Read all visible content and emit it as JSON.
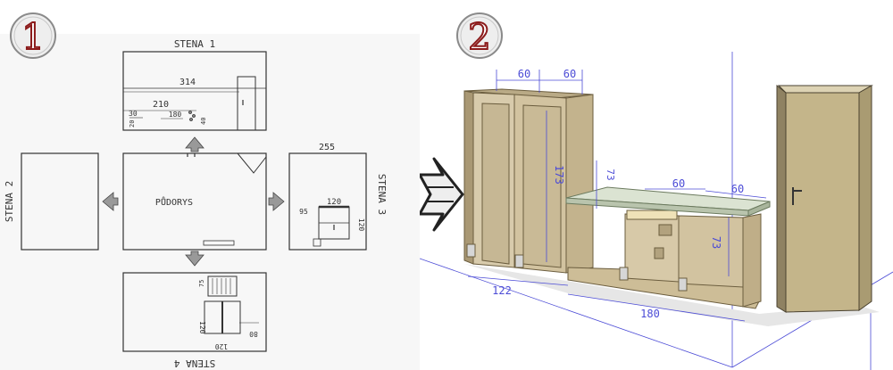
{
  "badges": {
    "step1": "1",
    "step2": "2"
  },
  "sketch": {
    "wall1": {
      "title": "STENA 1",
      "dims": {
        "total": "314",
        "mid": "210",
        "small": "180",
        "a": "30",
        "b": "20",
        "c": "40"
      }
    },
    "wall2": {
      "title": "STENA 2"
    },
    "floor_plan": {
      "label": "PŮDORYS"
    },
    "wall3": {
      "title": "STENA 3",
      "top_dim": "255",
      "d_width": "120",
      "d_height": "120",
      "d_side": "95"
    },
    "wall4": {
      "title": "STENA 4",
      "dims": {
        "a": "120",
        "b": "120",
        "c": "80",
        "d": "75"
      }
    }
  },
  "model": {
    "dims": {
      "top_left": "60",
      "top_right": "60",
      "tall_height": "173",
      "side_height": "73",
      "low_top_left": "60",
      "low_top_right": "60",
      "low_height": "73",
      "bottom_left": "122",
      "bottom_right": "180"
    }
  },
  "colors": {
    "badge_fill": "#eeeeee",
    "badge_text": "#8b1a1a",
    "cabinet": "#d2c3a0",
    "cabinet_dark": "#a99874",
    "countertop": "#cfd8c6",
    "door": "#c4b58a",
    "dim_line": "#4b4bd6",
    "sketch_line": "#333333"
  },
  "icons": {
    "arrow": "right-arrow-icon"
  }
}
